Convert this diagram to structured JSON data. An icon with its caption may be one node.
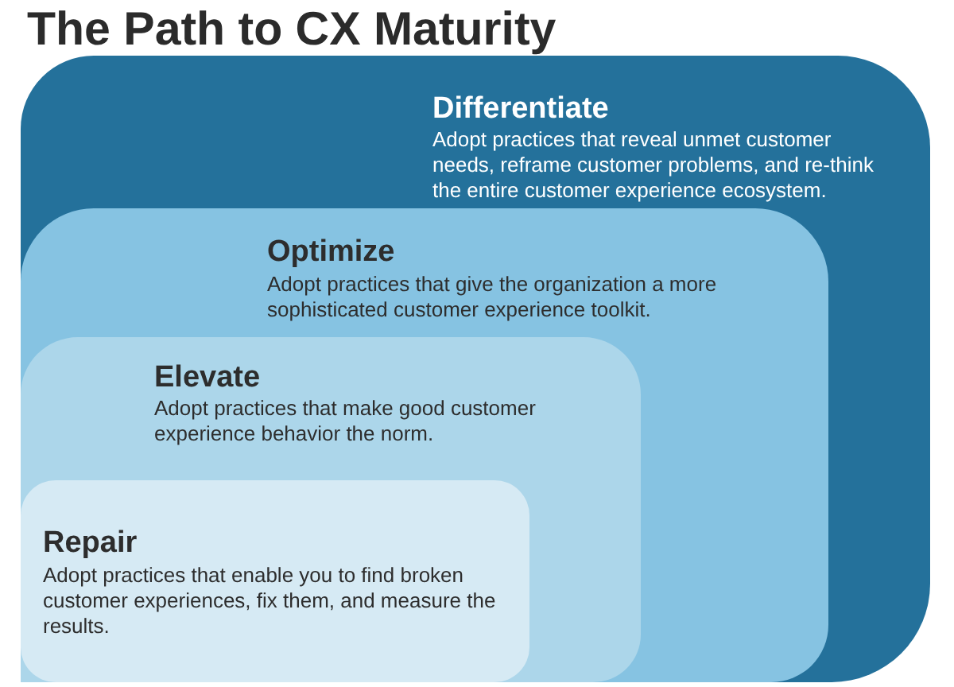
{
  "diagram": {
    "title": "The Path to CX Maturity",
    "nodes": [
      {
        "text": [
          "Differentiate",
          "Adopt practices that reveal unmet customer needs, reframe customer problems, and re-think the entire customer experience ecosystem."
        ]
      },
      {
        "text": [
          "Optimize",
          "Adopt practices that give the organization a more sophisticated customer experience toolkit."
        ],
        "in": 0
      },
      {
        "text": [
          "Elevate",
          "Adopt practices that make good customer experience behavior the norm."
        ],
        "in": 1
      },
      {
        "text": [
          "Repair",
          "Adopt practices that enable you to find broken customer experiences, fix them, and measure the results."
        ],
        "in": 2
      }
    ]
  }
}
